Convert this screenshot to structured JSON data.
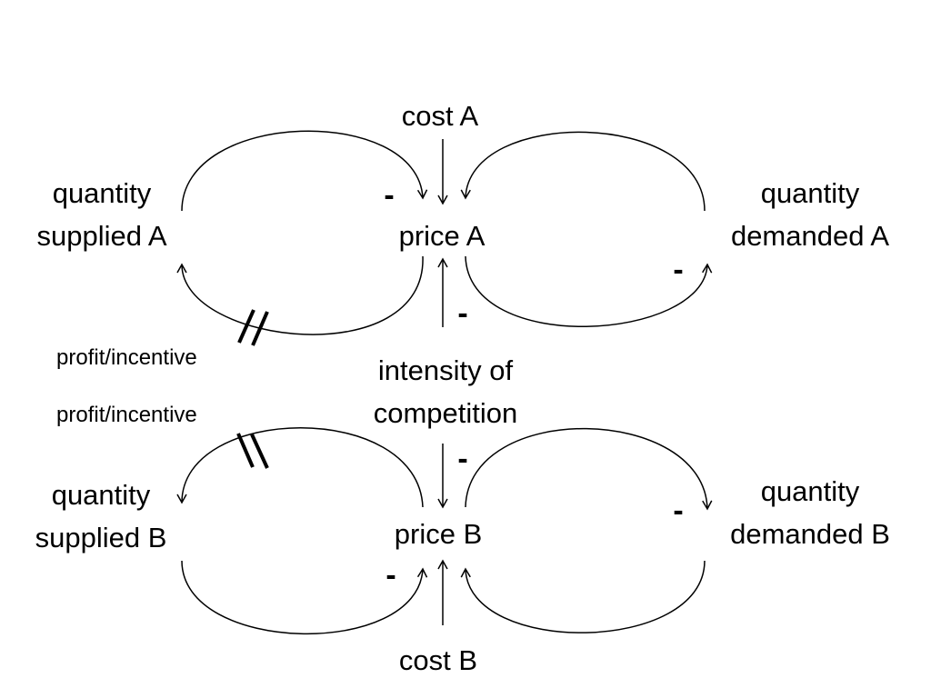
{
  "nodes": {
    "cost_a": {
      "line1": "cost A"
    },
    "price_a": {
      "line1": "price A"
    },
    "quantity_supplied_a": {
      "line1": "quantity",
      "line2": "supplied A"
    },
    "quantity_demanded_a": {
      "line1": "quantity",
      "line2": "demanded A"
    },
    "intensity_of_competition": {
      "line1": "intensity of",
      "line2": "competition"
    },
    "price_b": {
      "line1": "price B"
    },
    "quantity_supplied_b": {
      "line1": "quantity",
      "line2": "supplied B"
    },
    "quantity_demanded_b": {
      "line1": "quantity",
      "line2": "demanded B"
    },
    "cost_b": {
      "line1": "cost B"
    }
  },
  "link_labels": {
    "profit_incentive_a": "profit/incentive",
    "profit_incentive_b": "profit/incentive"
  },
  "polarity": {
    "supply_to_price_a": "-",
    "price_to_demand_a": "-",
    "competition_to_price_a": "-",
    "competition_to_price_b": "-",
    "price_to_demand_b": "-",
    "supply_to_price_b": "-"
  },
  "colors": {
    "line": "#000000",
    "text": "#000000",
    "background": "#ffffff"
  }
}
